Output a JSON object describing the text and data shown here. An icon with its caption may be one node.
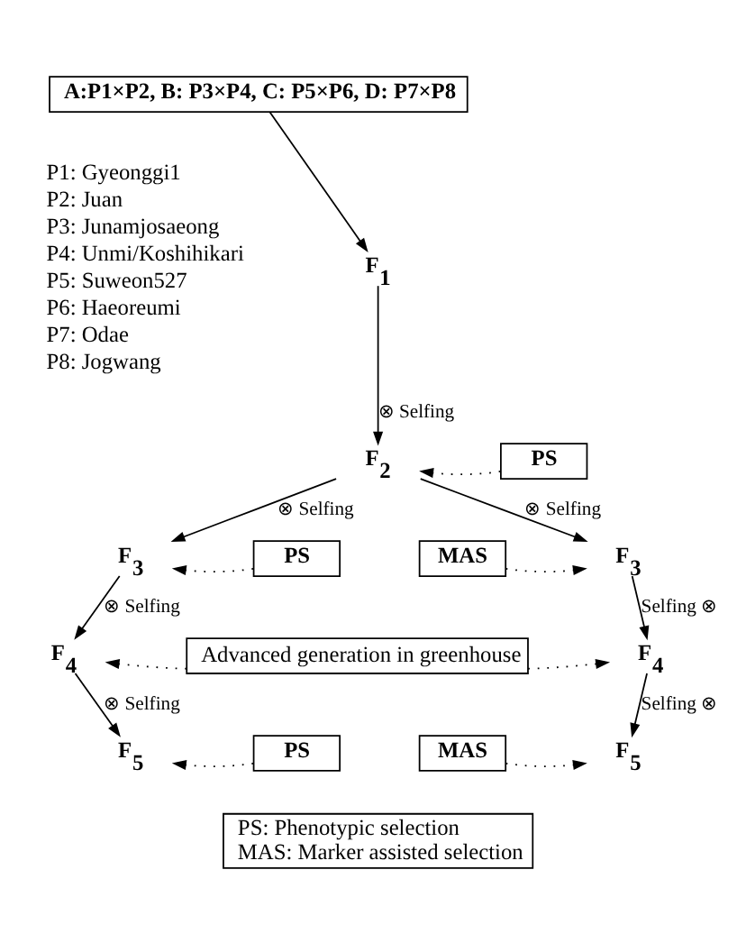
{
  "diagram": {
    "nodes": [
      {
        "text": [
          "A:P1×P2, B: P3×P4, C: P5×P6, D: P7×P8"
        ]
      },
      {
        "text": [
          "F$_{1}$"
        ]
      },
      {
        "text": [
          "F$_{2}$"
        ]
      },
      {
        "text": [
          "PS"
        ]
      },
      {
        "text": [
          "F$_{3}$"
        ]
      },
      {
        "text": [
          "PS"
        ]
      },
      {
        "text": [
          "MAS"
        ]
      },
      {
        "text": [
          "F$_{3}$"
        ]
      },
      {
        "text": [
          "F$_{4}$"
        ]
      },
      {
        "text": [
          "Advanced generation in greenhouse"
        ]
      },
      {
        "text": [
          "F$_{4}$"
        ]
      },
      {
        "text": [
          "F$_{5}$"
        ]
      },
      {
        "text": [
          "PS"
        ]
      },
      {
        "text": [
          "MAS"
        ]
      },
      {
        "text": [
          "F$_{5}$"
        ]
      },
      {
        "text": [
          "PS: Phenotypic selection",
          "MAS: Marker assisted selection"
        ]
      }
    ],
    "edges": [
      {
        "from": 0,
        "to": 1,
        "arrow": "to"
      },
      {
        "from": 1,
        "to": 2,
        "arrow": "to",
        "label": "⊗ Selfing"
      },
      {
        "from": 3,
        "to": 2,
        "arrow": "to",
        "style": "dashed"
      },
      {
        "from": 2,
        "to": 4,
        "arrow": "to",
        "label": "⊗ Selfing"
      },
      {
        "from": 2,
        "to": 7,
        "arrow": "to",
        "label": "⊗ Selfing"
      },
      {
        "from": 5,
        "to": 4,
        "arrow": "to",
        "style": "dashed"
      },
      {
        "from": 6,
        "to": 7,
        "arrow": "to",
        "style": "dashed"
      },
      {
        "from": 4,
        "to": 8,
        "arrow": "to",
        "label": "⊗ Selfing"
      },
      {
        "from": 7,
        "to": 10,
        "arrow": "to",
        "label": "Selfing ⊗"
      },
      {
        "from": 9,
        "to": 8,
        "arrow": "to",
        "style": "dashed"
      },
      {
        "from": 9,
        "to": 10,
        "arrow": "to",
        "style": "dashed"
      },
      {
        "from": 8,
        "to": 11,
        "arrow": "to",
        "label": "⊗ Selfing"
      },
      {
        "from": 10,
        "to": 14,
        "arrow": "to",
        "label": "Selfing ⊗"
      },
      {
        "from": 12,
        "to": 11,
        "arrow": "to",
        "style": "dashed"
      },
      {
        "from": 13,
        "to": 14,
        "arrow": "to",
        "style": "dashed"
      }
    ],
    "labels": [
      "P1: Gyeonggi1",
      "P2: Juan",
      "P3: Junamjosaeong",
      "P4: Unmi/Koshihikari",
      "P5: Suweon527",
      "P6: Haeoreumi",
      "P7: Odae",
      "P8: Jogwang"
    ]
  }
}
